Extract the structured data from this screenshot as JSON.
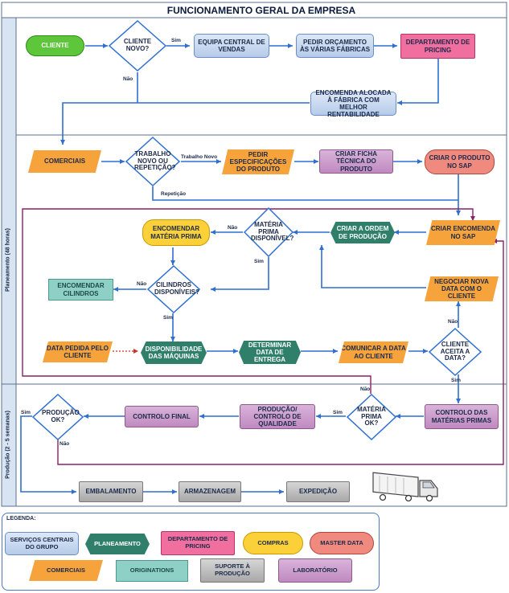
{
  "title": "FUNCIONAMENTO GERAL DA EMPRESA",
  "lanes": {
    "planning": "Planeamento (48 horas)",
    "production": "Produção (2 - 5 semanas)"
  },
  "nodes": {
    "cliente": "CLIENTE",
    "cliente_novo": "CLIENTE NOVO?",
    "equipa_central": "EQUIPA CENTRAL DE VENDAS",
    "pedir_orcamento": "PEDIR ORÇAMENTO ÀS VÁRIAS FÁBRICAS",
    "dep_pricing": "DEPARTAMENTO DE PRICING",
    "encomenda_alocada": "ENCOMENDA ALOCADA À FÁBRICA COM MELHOR RENTABILIDADE",
    "comerciais": "COMERCIAIS",
    "trabalho_novo": "TRABALHO NOVO OU REPETIÇÃO?",
    "pedir_especificacoes": "PEDIR ESPECIFICAÇÕES DO PRODUTO",
    "criar_ficha": "CRIAR FICHA TÉCNICA DO PRODUTO",
    "criar_produto_sap": "CRIAR O PRODUTO NO SAP",
    "encomendar_mp": "ENCOMENDAR MATÉRIA PRIMA",
    "materia_prima_disp": "MATÉRIA PRIMA DISPONÍVEL?",
    "criar_ordem": "CRIAR A ORDEM DE PRODUÇÃO",
    "criar_encomenda_sap": "CRIAR ENCOMENDA NO SAP",
    "encomendar_cilindros": "ENCOMENDAR CILINDROS",
    "cilindros_disp": "CILINDROS DISPONÍVEIS?",
    "negociar_data": "NEGOCIAR NOVA DATA COM O CLIENTE",
    "data_pedida": "DATA PEDIDA PELO CLIENTE",
    "disponibilidade": "DISPONIBILIDADE DAS MÁQUINAS",
    "determinar_data": "DETERMINAR DATA DE ENTREGA",
    "comunicar_data": "COMUNICAR A DATA AO CLIENTE",
    "cliente_aceita": "CLIENTE ACEITA A DATA?",
    "producao_ok": "PRODUÇÃO OK?",
    "controlo_final": "CONTROLO FINAL",
    "producao_controlo": "PRODUÇÃO/ CONTROLO DE QUALIDADE",
    "materia_prima_ok": "MATÉRIA PRIMA OK?",
    "controlo_mp": "CONTROLO DAS MATÉRIAS PRIMAS",
    "embalamento": "EMBALAMENTO",
    "armazenagem": "ARMAZENAGEM",
    "expedicao": "EXPEDIÇÃO"
  },
  "edge_labels": {
    "sim": "Sim",
    "nao": "Não",
    "trabalho_novo": "Trabalho Novo",
    "repeticao": "Repetição"
  },
  "legend": {
    "title": "LEGENDA:",
    "items": [
      {
        "label": "SERVIÇOS CENTRAIS DO GRUPO",
        "style": "blue"
      },
      {
        "label": "PLANEAMENTO",
        "style": "teal"
      },
      {
        "label": "DEPARTAMENTO DE PRICING",
        "style": "pink"
      },
      {
        "label": "COMPRAS",
        "style": "yellow"
      },
      {
        "label": "MASTER DATA",
        "style": "salmon"
      },
      {
        "label": "COMERCIAIS",
        "style": "orange"
      },
      {
        "label": "ORIGINATIONS",
        "style": "lteal"
      },
      {
        "label": "SUPORTE À PRODUÇÃO",
        "style": "gray"
      },
      {
        "label": "LABORATÓRIO",
        "style": "purple"
      }
    ]
  },
  "colors": {
    "arrow": "#2e6fd0",
    "loop_arrow": "#8a1f6a",
    "lane_border": "#5a6f8f"
  }
}
